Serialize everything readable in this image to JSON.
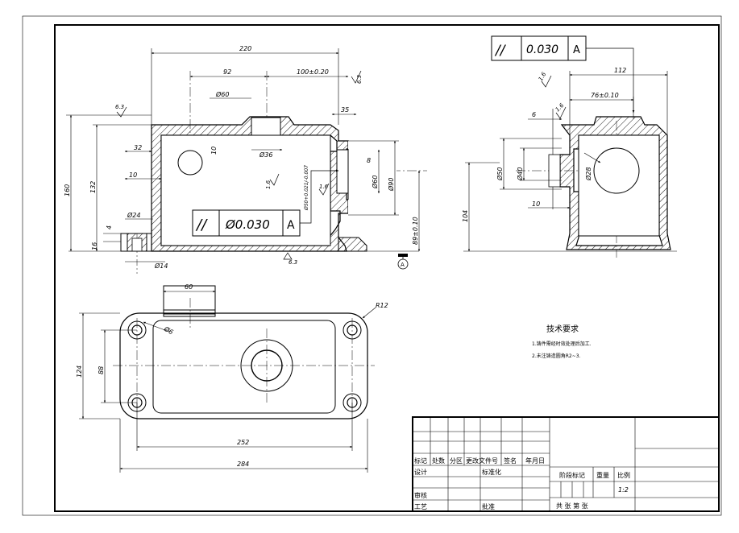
{
  "drawing": {
    "tolerance_frame_1": {
      "symbol": "//",
      "value": "0.030",
      "datum": "A"
    },
    "tolerance_frame_2": {
      "symbol": "//",
      "value": "Ø0.030",
      "datum": "A"
    },
    "datum_marker": "A",
    "roughness": [
      "6.3",
      "6.3",
      "6.3",
      "1.6",
      "1.6",
      "1.6",
      "1.6"
    ],
    "front_view_dims": {
      "overall_width": "220",
      "left_offset": "92",
      "hole_spacing": "100±0.20",
      "left_step": "32",
      "right_boss": "35",
      "top_bore": "Ø60",
      "top_hole": "Ø36",
      "wall": "10",
      "wall_b": "10",
      "side_boss_width": "8",
      "side_bore_fit": "Ø50+0.021/-0.007",
      "side_bore_60": "Ø60",
      "side_bore_90": "Ø90",
      "center_height": "89±0.10",
      "height_160": "160",
      "height_132": "132",
      "dim_4": "4",
      "dim_16": "16",
      "foot_hole": "Ø24",
      "foot_drill": "Ø14"
    },
    "side_view_dims": {
      "width_112": "112",
      "offset": "76±0.10",
      "dim_6": "6",
      "bore_50": "Ø50",
      "bore_40": "Ø40",
      "bore_28": "Ø28",
      "wall": "10",
      "height": "104"
    },
    "top_view_dims": {
      "boss_width": "60",
      "corner_radius": "R12",
      "hole_dia": "Ø6",
      "width_124": "124",
      "width_88": "88",
      "length_252": "252",
      "length_284": "284"
    },
    "notes": {
      "title": "技术要求",
      "line1": "1.铸件需经时效处理后加工.",
      "line2": "2.未注铸造圆角R2~3."
    }
  },
  "title_block": {
    "header": [
      "标记",
      "处数",
      "分区",
      "更改文件号",
      "签名",
      "年月日"
    ],
    "design": "设计",
    "standardize": "标准化",
    "check": "审核",
    "process": "工艺",
    "approve": "批准",
    "stage_mark": "阶段标记",
    "weight": "重量",
    "scale_label": "比例",
    "scale_value": "1:2",
    "sheets": "共 张 第 张"
  }
}
